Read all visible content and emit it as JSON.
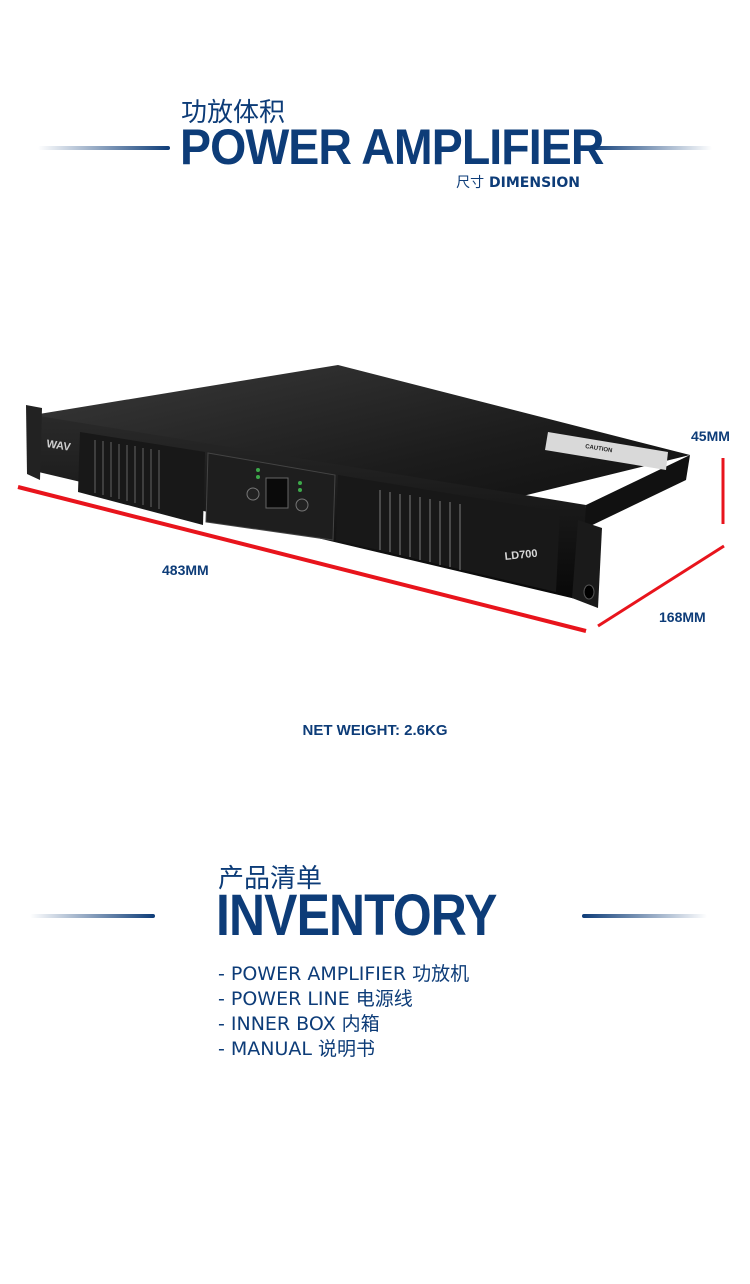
{
  "section1": {
    "title_cn": "功放体积",
    "title_en": "POWER AMPLIFIER",
    "subtitle_cn": "尺寸",
    "subtitle_en": "DIMENSION"
  },
  "product": {
    "brand_logo": "WAV",
    "model": "LD700",
    "label_text": "CAUTION"
  },
  "dimensions": {
    "height": "45MM",
    "width": "483MM",
    "depth": "168MM"
  },
  "net_weight": "NET WEIGHT: 2.6KG",
  "section2": {
    "title_cn": "产品清单",
    "title_en": "INVENTORY",
    "items": [
      "- POWER AMPLIFIER 功放机",
      "- POWER LINE 电源线",
      "- INNER BOX 内箱",
      "- MANUAL 说明书"
    ]
  },
  "colors": {
    "primary_blue": "#0d3c78",
    "dimension_red": "#e8141c",
    "chassis_black": "#141414"
  }
}
